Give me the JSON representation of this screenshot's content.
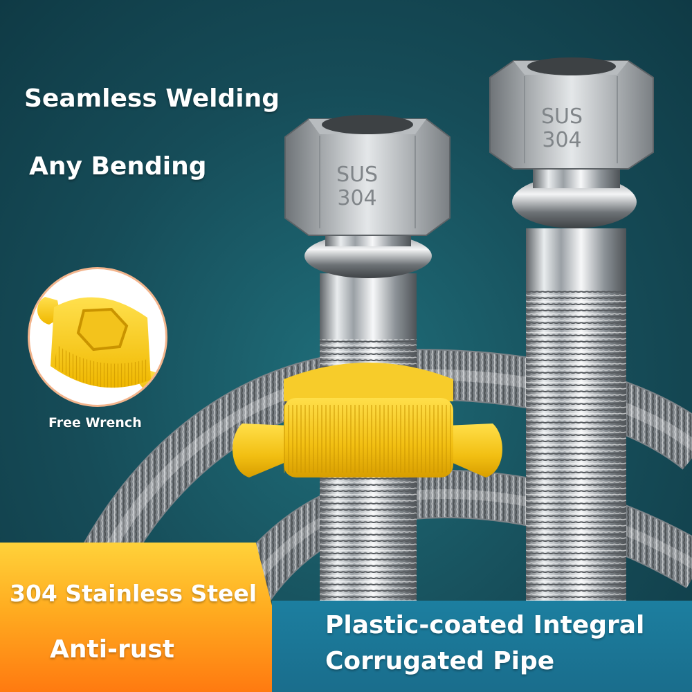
{
  "features": {
    "seamless": "Seamless Welding",
    "bending": "Any Bending"
  },
  "wrench": {
    "caption": "Free Wrench"
  },
  "nuts": {
    "left_line1": "SUS",
    "left_line2": "304",
    "right_line1": "SUS",
    "right_line2": "304"
  },
  "banners": {
    "material": "304 Stainless Steel",
    "rust": "Anti-rust",
    "pipe_line1": "Plastic-coated Integral",
    "pipe_line2": "Corrugated Pipe"
  },
  "colors": {
    "background": "#164c58",
    "wrench_yellow": "#f4c21b",
    "banner_orange": "#ff8a15",
    "banner_blue": "#1a7595"
  }
}
